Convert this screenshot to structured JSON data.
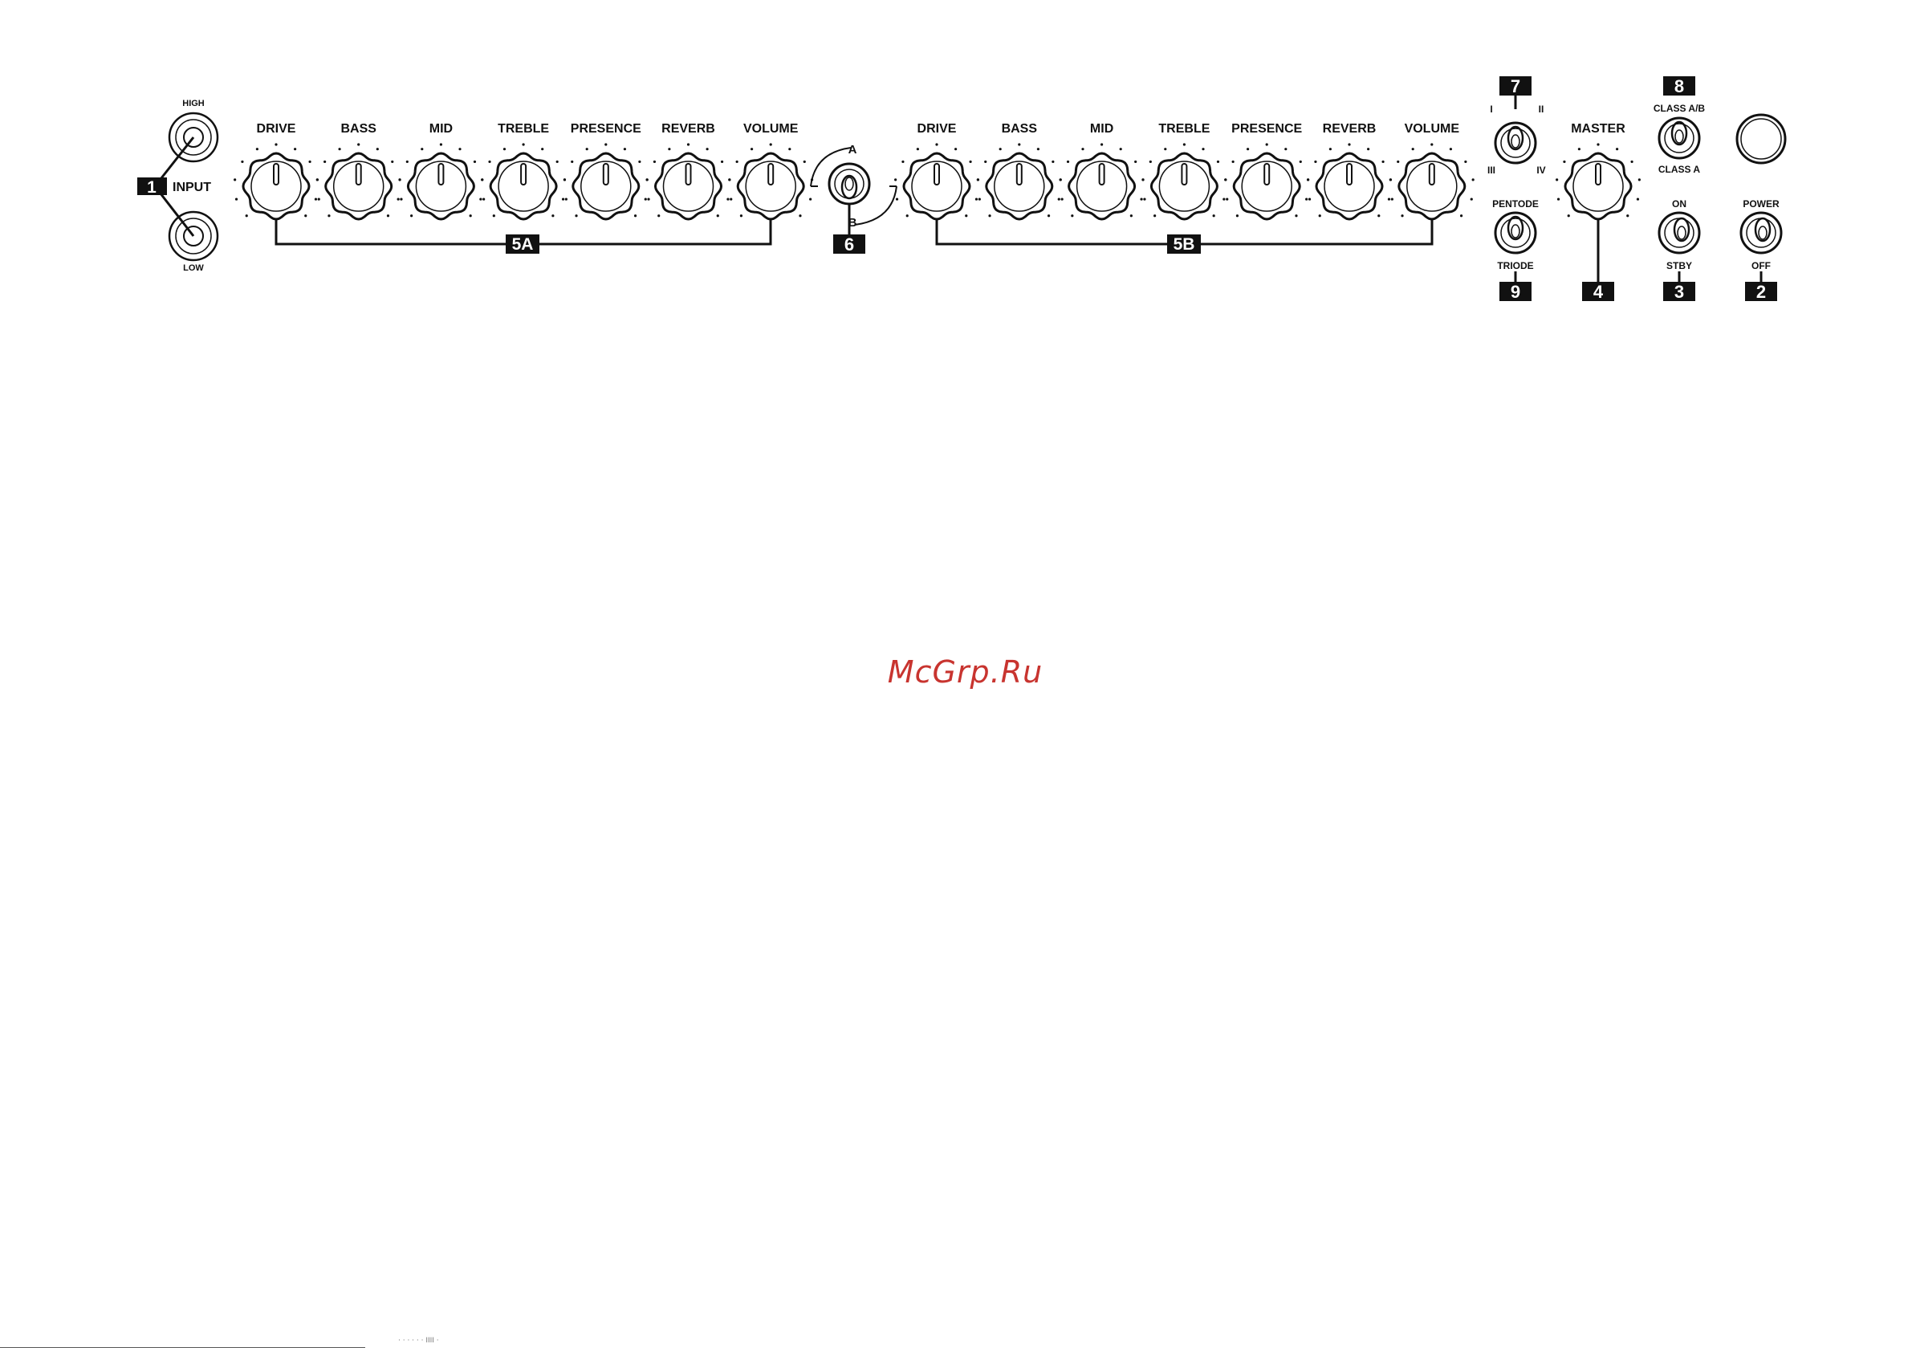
{
  "input": {
    "high_label": "HIGH",
    "low_label": "LOW",
    "input_label": "INPUT",
    "callout": "1"
  },
  "channel_a": {
    "callout": "5A",
    "knobs": [
      "DRIVE",
      "BASS",
      "MID",
      "TREBLE",
      "PRESENCE",
      "REVERB",
      "VOLUME"
    ]
  },
  "channel_switch": {
    "callout": "6",
    "label_a": "A",
    "label_b": "B"
  },
  "channel_b": {
    "callout": "5B",
    "knobs": [
      "DRIVE",
      "BASS",
      "MID",
      "TREBLE",
      "PRESENCE",
      "REVERB",
      "VOLUME"
    ]
  },
  "selector": {
    "callout": "7",
    "positions": [
      "I",
      "II",
      "III",
      "IV"
    ]
  },
  "pentode_switch": {
    "callout": "9",
    "top_label": "PENTODE",
    "bottom_label": "TRIODE"
  },
  "master": {
    "callout": "4",
    "label": "MASTER"
  },
  "class_switch": {
    "callout": "8",
    "top_label": "CLASS A/B",
    "bottom_label": "CLASS A"
  },
  "standby_switch": {
    "callout": "3",
    "top_label": "ON",
    "bottom_label": "STBY"
  },
  "power_switch": {
    "callout": "2",
    "top_label": "POWER",
    "bottom_label": "OFF"
  },
  "watermark": "McGrp.Ru",
  "footnote": "· · · · · ·  IIII ·"
}
